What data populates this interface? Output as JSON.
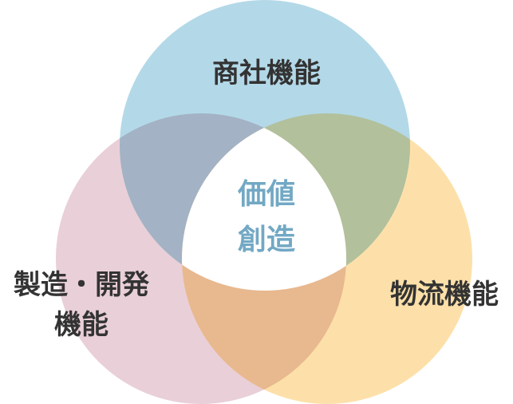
{
  "colors": {
    "top": "#b3d9e8",
    "left": "#e9cfd8",
    "right": "#fde0a9",
    "top_left": "#a3b2c4",
    "top_right": "#b2c09c",
    "left_right": "#e8b88f",
    "center": "#ffffff",
    "center_text": "#72a8c4"
  },
  "circles": {
    "top": {
      "label": "商社機能"
    },
    "left": {
      "label_line1": "製造・開発",
      "label_line2": "機能"
    },
    "right": {
      "label": "物流機能"
    }
  },
  "center": {
    "line1": "価値",
    "line2": "創造"
  }
}
